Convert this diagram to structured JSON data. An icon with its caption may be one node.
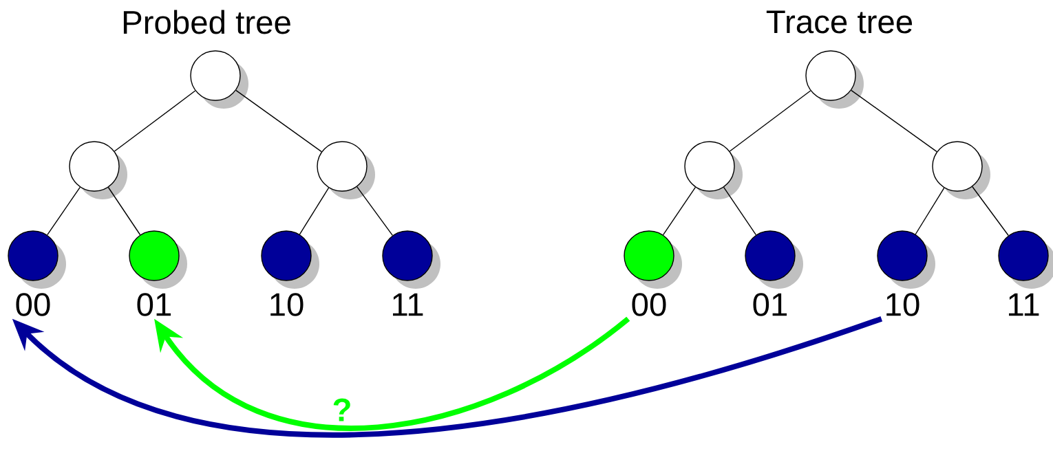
{
  "diagram": {
    "nodes": [
      {
        "text": [],
        "shape": "circle"
      },
      {
        "text": [],
        "shape": "circle"
      },
      {
        "text": [],
        "shape": "circle"
      },
      {
        "text": [],
        "shape": "circle"
      },
      {
        "text": [],
        "shape": "circle"
      },
      {
        "text": [],
        "shape": "circle"
      },
      {
        "text": [],
        "shape": "circle"
      },
      {
        "text": [],
        "shape": "circle"
      },
      {
        "text": [],
        "shape": "circle"
      },
      {
        "text": [],
        "shape": "circle"
      },
      {
        "text": [],
        "shape": "circle"
      },
      {
        "text": [],
        "shape": "circle"
      },
      {
        "text": [],
        "shape": "circle"
      },
      {
        "text": [],
        "shape": "circle"
      },
      {
        "text": [
          "00"
        ]
      },
      {
        "text": [
          "01"
        ]
      },
      {
        "text": [
          "00"
        ]
      },
      {
        "text": [
          "10"
        ]
      }
    ],
    "edges": [
      {
        "from": 0,
        "to": 1,
        "arrow": "none"
      },
      {
        "from": 0,
        "to": 2,
        "arrow": "none"
      },
      {
        "from": 1,
        "to": 3,
        "arrow": "none"
      },
      {
        "from": 1,
        "to": 4,
        "arrow": "none"
      },
      {
        "from": 2,
        "to": 5,
        "arrow": "none"
      },
      {
        "from": 2,
        "to": 6,
        "arrow": "none"
      },
      {
        "from": 7,
        "to": 8,
        "arrow": "none"
      },
      {
        "from": 7,
        "to": 9,
        "arrow": "none"
      },
      {
        "from": 8,
        "to": 10,
        "arrow": "none"
      },
      {
        "from": 8,
        "to": 11,
        "arrow": "none"
      },
      {
        "from": 9,
        "to": 12,
        "arrow": "none"
      },
      {
        "from": 9,
        "to": 13,
        "arrow": "none"
      },
      {
        "from": 16,
        "to": 15,
        "arrow": "to",
        "label": "?",
        "style": "thick",
        "color": "#00ff00"
      },
      {
        "from": 17,
        "to": 14,
        "arrow": "to",
        "style": "thick",
        "color": "#000099"
      }
    ],
    "labels": [
      "Probed tree",
      "Trace tree",
      "10",
      "11",
      "01",
      "11"
    ]
  }
}
